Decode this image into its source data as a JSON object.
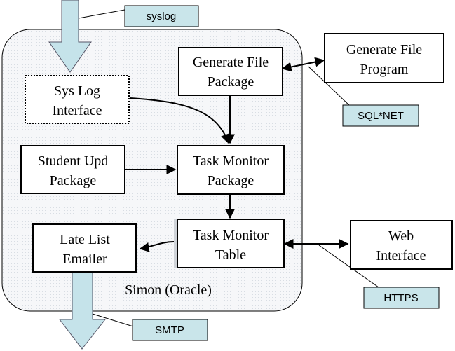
{
  "diagram": {
    "container_label": "Simon (Oracle)",
    "boxes": {
      "sys_log_interface": [
        "Sys Log",
        "Interface"
      ],
      "generate_file_package": [
        "Generate File",
        "Package"
      ],
      "generate_file_program": [
        "Generate File",
        "Program"
      ],
      "student_upd_package": [
        "Student Upd",
        "Package"
      ],
      "task_monitor_package": [
        "Task Monitor",
        "Package"
      ],
      "task_monitor_table": [
        "Task Monitor",
        "Table"
      ],
      "late_list_emailer": [
        "Late List",
        "Emailer"
      ],
      "web_interface": [
        "Web",
        "Interface"
      ]
    },
    "callouts": {
      "syslog": "syslog",
      "sqlnet": "SQL*NET",
      "https": "HTTPS",
      "smtp": "SMTP"
    },
    "colors": {
      "container_fill": "#f3f5f8",
      "arrow_fill": "#c5e3ea",
      "callout_fill": "#c9e5ea",
      "line": "#000000"
    }
  }
}
